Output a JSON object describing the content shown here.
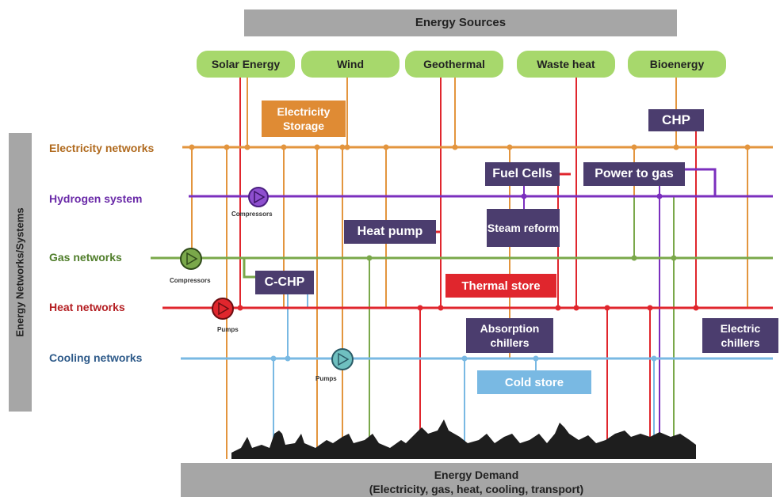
{
  "header": {
    "title": "Energy Sources"
  },
  "sources": [
    "Solar Energy",
    "Wind",
    "Geothermal",
    "Waste heat",
    "Bioenergy"
  ],
  "side_label": "Energy Networks/Systems",
  "networks": {
    "electricity": "Electricity networks",
    "hydrogen": "Hydrogen system",
    "gas": "Gas networks",
    "heat": "Heat networks",
    "cooling": "Cooling networks"
  },
  "components": {
    "electricity_storage": "Electricity Storage",
    "chp": "CHP",
    "fuel_cells": "Fuel Cells",
    "power_to_gas": "Power to gas",
    "steam_reform": "Steam reform",
    "heat_pump": "Heat pump",
    "c_chp": "C-CHP",
    "thermal_store": "Thermal store",
    "absorption_chillers": "Absorption chillers",
    "electric_chillers": "Electric chillers",
    "cold_store": "Cold store"
  },
  "equipment": {
    "compressors_h2": "Compressors",
    "compressors_gas": "Compressors",
    "pumps_heat": "Pumps",
    "pumps_cooling": "Pumps"
  },
  "footer": {
    "title": "Energy Demand",
    "subtitle": "(Electricity, gas, heat, cooling, transport)"
  },
  "colors": {
    "electricity": "#e3953e",
    "hydrogen": "#7b2fbe",
    "gas": "#7aa84a",
    "heat": "#e0262d",
    "cooling": "#79b9e3",
    "box": "#4b3d6e",
    "source_fill": "#a7d86c",
    "header_gray": "#a6a6a6"
  }
}
